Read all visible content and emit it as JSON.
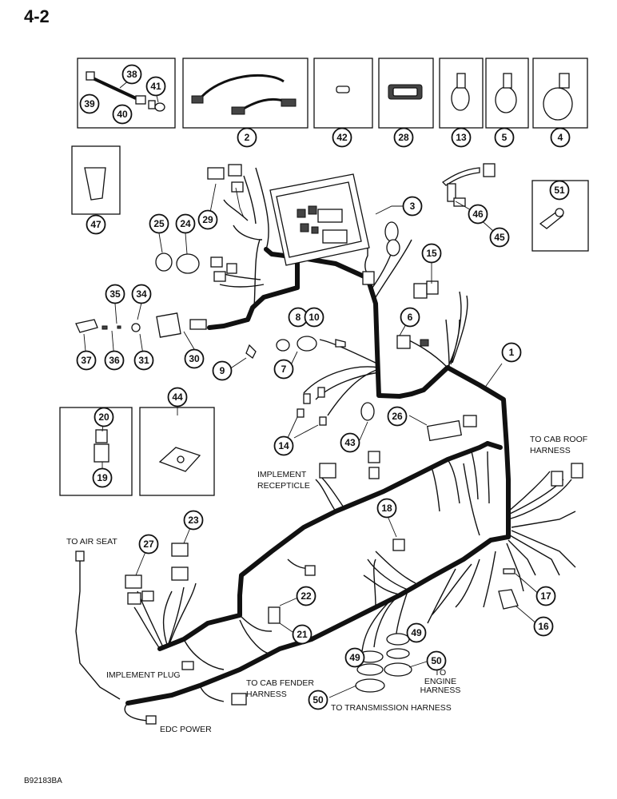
{
  "page_number": "4-2",
  "document_code": "B92183BA",
  "labels": {
    "to_cab_roof_harness": [
      "TO CAB ROOF",
      "HARNESS"
    ],
    "implement_receptacle": [
      "IMPLEMENT",
      "RECEPTICLE"
    ],
    "to_air_seat": "TO AIR SEAT",
    "implement_plug": "IMPLEMENT PLUG",
    "to_cab_fender_harness": [
      "TO CAB FENDER",
      "HARNESS"
    ],
    "edc_power": "EDC POWER",
    "to_engine_harness": [
      "TO",
      "ENGINE",
      "HARNESS"
    ],
    "to_transmission_harness": "TO TRANSMISSION HARNESS"
  },
  "callouts": [
    "1",
    "2",
    "3",
    "4",
    "5",
    "6",
    "7",
    "8",
    "9",
    "10",
    "13",
    "14",
    "15",
    "16",
    "17",
    "18",
    "19",
    "20",
    "21",
    "22",
    "23",
    "24",
    "25",
    "26",
    "27",
    "28",
    "29",
    "30",
    "31",
    "34",
    "35",
    "36",
    "37",
    "38",
    "39",
    "40",
    "41",
    "42",
    "43",
    "44",
    "45",
    "46",
    "47",
    "49",
    "50",
    "51"
  ]
}
